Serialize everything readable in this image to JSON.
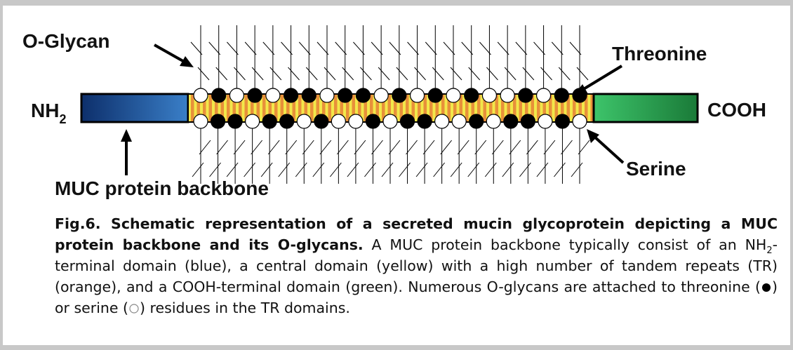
{
  "labels": {
    "o_glycan": "O-Glycan",
    "threonine": "Threonine",
    "nh_main": "NH",
    "nh_sub": "2",
    "cooh": "COOH",
    "serine": "Serine",
    "backbone": "MUC protein backbone"
  },
  "caption": {
    "bold": "Fig.6. Schematic representation of a secreted mucin glycoprotein depicting a MUC protein backbone and its O-glycans.",
    "p1": " A MUC protein backbone typically consist of an NH",
    "sub": "2",
    "p2": "-terminal domain (blue), a central domain (yellow) with a high number of tandem repeats (TR)(orange), and a COOH-terminal domain (green). Numerous O-glycans are attached to threonine (",
    "p3": ") or serine (",
    "p4": ") residues in the TR domains."
  },
  "colors": {
    "nh_domain": "#1a4a8a",
    "central_domain": "#f2e84a",
    "tandem_repeat": "#e8903a",
    "cooh_domain": "#2aa84a",
    "threonine": "#000000",
    "serine": "#ffffff"
  },
  "residues": {
    "top": [
      "serine",
      "threonine",
      "serine",
      "threonine",
      "serine",
      "threonine",
      "threonine",
      "serine",
      "threonine",
      "threonine",
      "serine",
      "threonine",
      "serine",
      "threonine",
      "serine",
      "threonine",
      "serine",
      "serine",
      "threonine",
      "serine",
      "threonine",
      "threonine"
    ],
    "bottom": [
      "serine",
      "threonine",
      "threonine",
      "serine",
      "threonine",
      "threonine",
      "serine",
      "threonine",
      "serine",
      "serine",
      "threonine",
      "serine",
      "threonine",
      "threonine",
      "serine",
      "serine",
      "threonine",
      "serine",
      "threonine",
      "threonine",
      "serine",
      "threonine",
      "serine"
    ]
  },
  "icons": {
    "threonine_symbol": "filled-circle-icon",
    "serine_symbol": "open-circle-icon"
  }
}
